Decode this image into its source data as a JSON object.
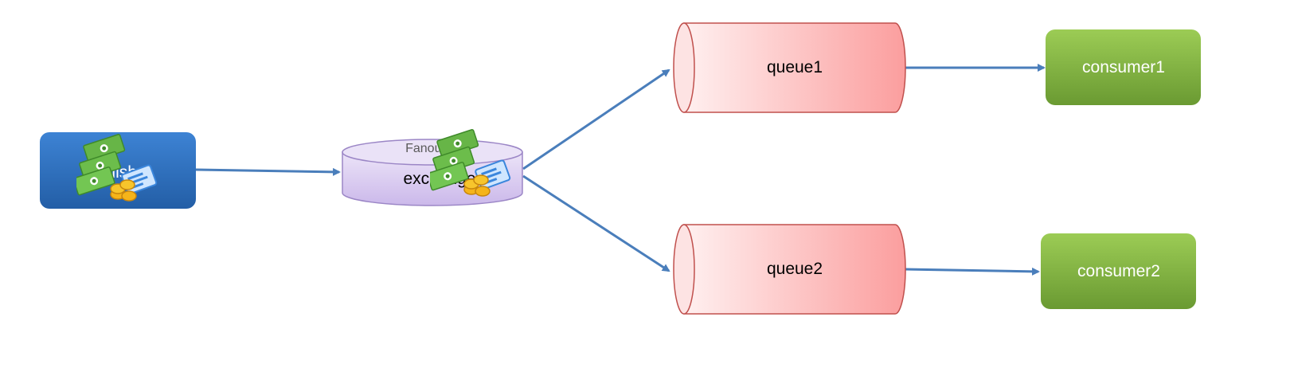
{
  "publisher": {
    "label": "publisher",
    "icon": "money-icon",
    "color": "#2f6fbd"
  },
  "exchange": {
    "type_label": "Fanout",
    "name_label": "exchange",
    "icon": "money-icon",
    "color": "#d7c8ee"
  },
  "queues": [
    {
      "label": "queue1"
    },
    {
      "label": "queue2"
    }
  ],
  "consumers": [
    {
      "label": "consumer1"
    },
    {
      "label": "consumer2"
    }
  ],
  "colors": {
    "arrow": "#4a7ebb",
    "queue": "#f6a0a0",
    "consumer": "#77a93a"
  }
}
